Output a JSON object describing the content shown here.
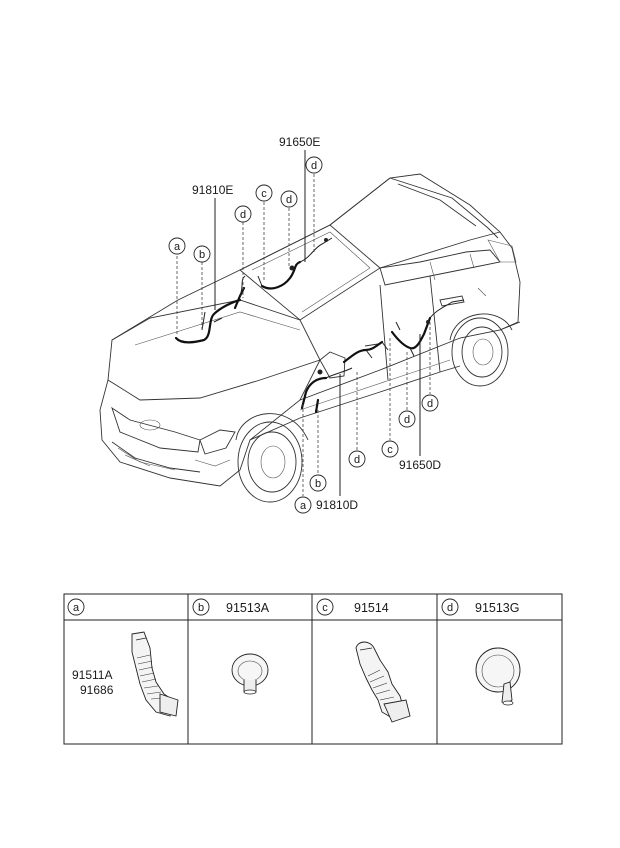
{
  "callouts": {
    "p91650E": "91650E",
    "p91810E": "91810E",
    "p91650D": "91650D",
    "p91810D": "91810D"
  },
  "markers": {
    "a": "a",
    "b": "b",
    "c": "c",
    "d": "d"
  },
  "table": {
    "headers": [
      {
        "letter": "a",
        "part": ""
      },
      {
        "letter": "b",
        "part": "91513A"
      },
      {
        "letter": "c",
        "part": "91514"
      },
      {
        "letter": "d",
        "part": "91513G"
      }
    ],
    "cell_a_labels": [
      "91511A",
      "91686"
    ]
  }
}
